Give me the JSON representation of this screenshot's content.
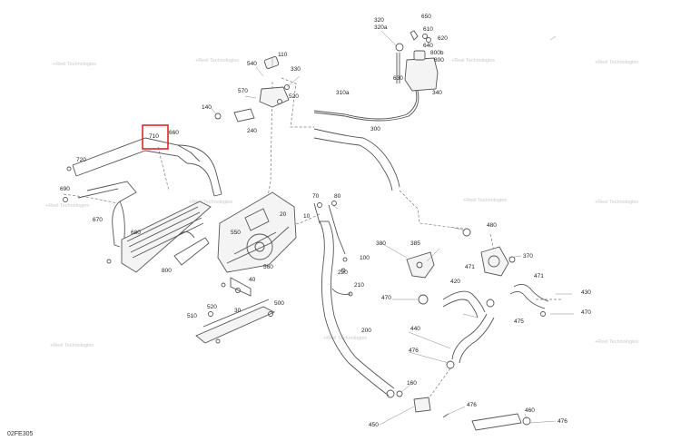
{
  "diagram": {
    "code": "02FE305",
    "highlight_label": "710",
    "watermark": "+Reel Technologies",
    "part_labels": [
      "320",
      "320a",
      "650",
      "610",
      "620",
      "640",
      "800b",
      "800",
      "630",
      "340",
      "110",
      "540",
      "330",
      "570",
      "310a",
      "520",
      "140",
      "240",
      "300",
      "660",
      "710",
      "720",
      "690",
      "670",
      "550",
      "20",
      "70",
      "80",
      "480",
      "10",
      "380",
      "385",
      "370",
      "100",
      "220",
      "471",
      "471",
      "680",
      "800",
      "560",
      "40",
      "430",
      "210",
      "420",
      "470",
      "475",
      "500",
      "520",
      "30",
      "510",
      "440",
      "470",
      "200",
      "476",
      "160",
      "476",
      "450",
      "460",
      "476"
    ]
  }
}
